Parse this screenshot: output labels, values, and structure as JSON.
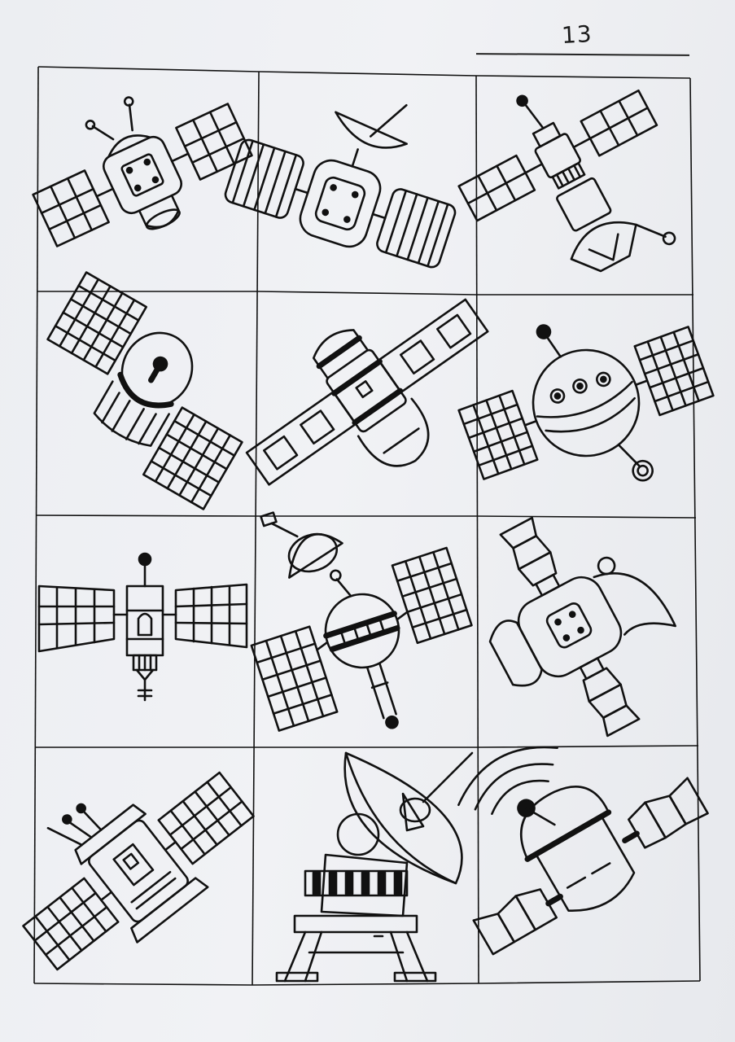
{
  "page": {
    "number": "13",
    "ink_color": "#111111",
    "paper_color": "#eef0f3"
  },
  "grid": {
    "rows": 4,
    "columns": 3,
    "cells": [
      {
        "icon": "satellite-solar-panels-antennae-icon"
      },
      {
        "icon": "satellite-dish-striped-panels-icon"
      },
      {
        "icon": "satellite-with-dish-base-icon"
      },
      {
        "icon": "satellite-grid-panels-dish-icon"
      },
      {
        "icon": "satellite-capsule-panels-icon"
      },
      {
        "icon": "satellite-sphere-antenna-icon"
      },
      {
        "icon": "satellite-symmetric-panels-icon"
      },
      {
        "icon": "satellite-dish-top-panels-icon"
      },
      {
        "icon": "satellite-folded-panels-dish-icon"
      },
      {
        "icon": "satellite-tilted-body-panels-icon"
      },
      {
        "icon": "radio-telescope-dish-tower-icon"
      },
      {
        "icon": "satellite-signal-dish-folded-panels-icon"
      }
    ]
  }
}
